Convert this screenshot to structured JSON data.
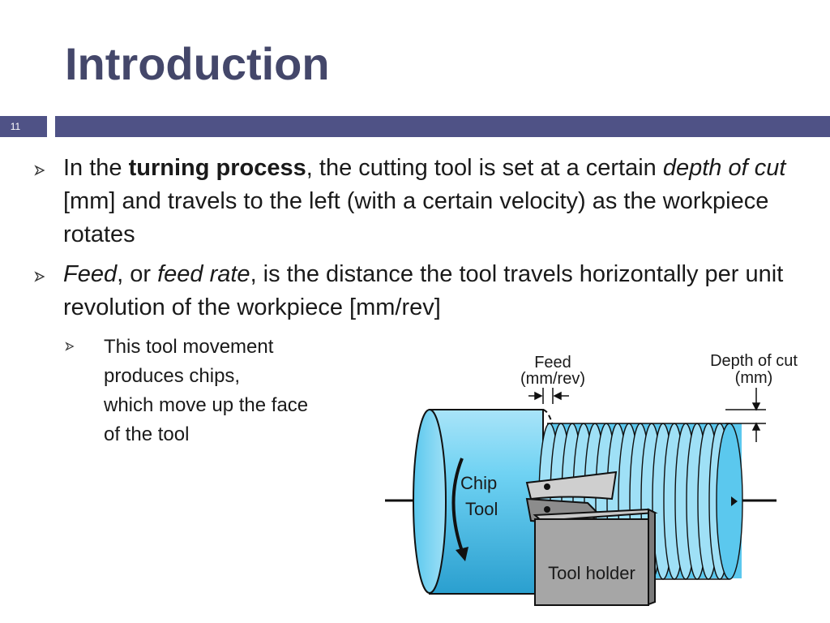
{
  "slide": {
    "title": "Introduction",
    "number": "11"
  },
  "bullets": [
    {
      "parts": [
        "In the ",
        "turning process",
        ", the cutting tool is set at a certain ",
        "depth of cut",
        " [mm] and travels to the left (with a certain velocity) as the workpiece rotates"
      ]
    },
    {
      "parts": [
        "Feed",
        ", or ",
        "feed rate",
        ", is the distance the tool travels horizontally per unit revolution of the workpiece [mm/rev]"
      ]
    }
  ],
  "sub_bullet": {
    "lines": [
      "This tool movement",
      "produces chips,",
      "which move up the face",
      "of the tool"
    ]
  },
  "diagram": {
    "feed_label": "Feed",
    "feed_unit": "(mm/rev)",
    "depth_label": "Depth of cut",
    "depth_unit": "(mm)",
    "chip_label": "Chip",
    "tool_label": "Tool",
    "tool_holder_label": "Tool holder",
    "colors": {
      "workpiece": "#5bc8ee",
      "workpiece_light": "#a9e4f8",
      "workpiece_dark": "#2a9fcf",
      "holder": "#a6a6a6",
      "tool": "#8c8c8c",
      "accent": "#4f5286"
    }
  }
}
